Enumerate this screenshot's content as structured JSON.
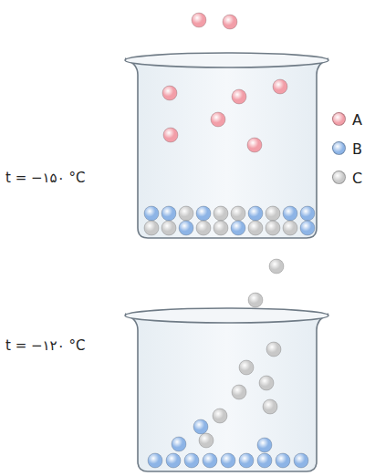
{
  "diagram": {
    "labels": [
      "t = −۱۵۰ °C",
      "t = −۱۲۰ °C"
    ],
    "legend": [
      {
        "text": "A",
        "color": "#f29ea8"
      },
      {
        "text": "B",
        "color": "#8db4e6"
      },
      {
        "text": "C",
        "color": "#c8c8c8"
      }
    ]
  }
}
